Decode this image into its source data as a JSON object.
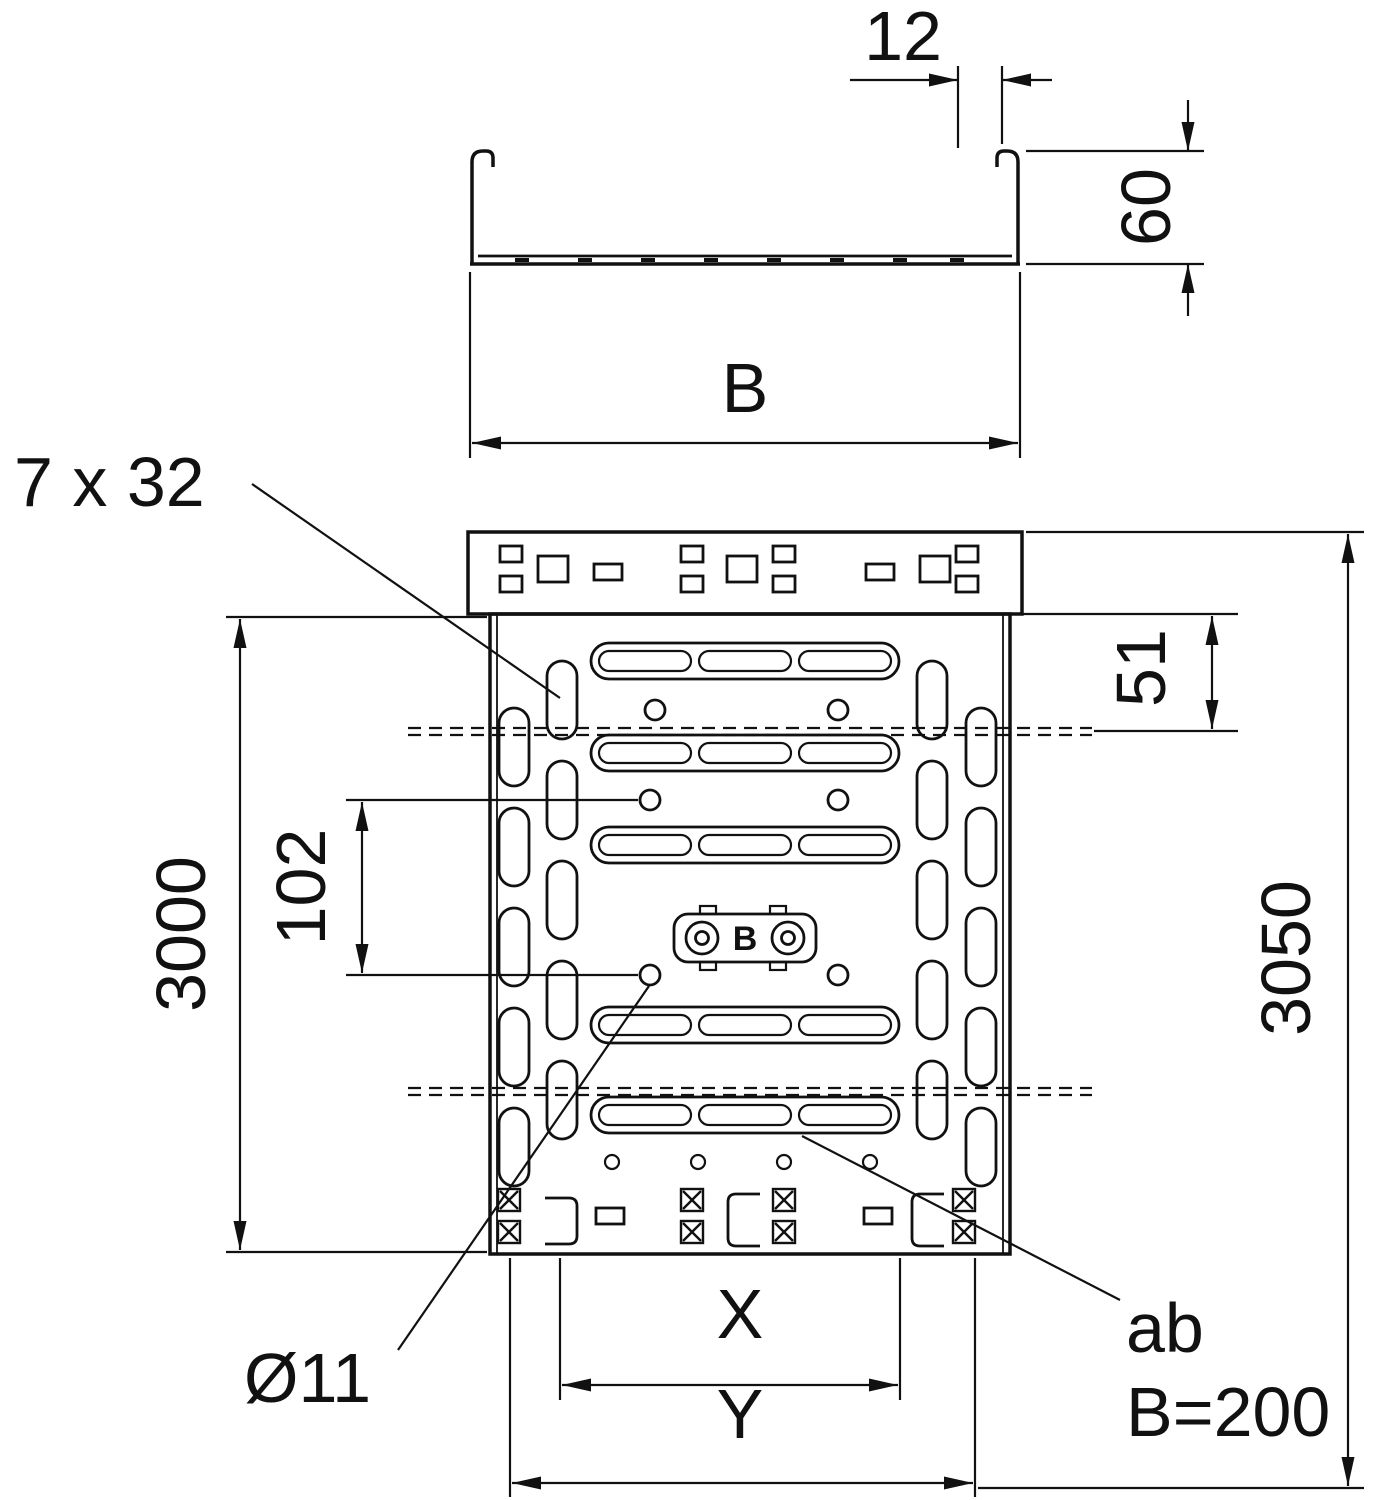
{
  "colors": {
    "ink": "#111111",
    "background": "#ffffff"
  },
  "cross_section": {
    "rim_width": "12",
    "side_height": "60",
    "width_label": "B"
  },
  "plan": {
    "slot_size": "7 x 32",
    "length": "3000",
    "hole_pitch": "102",
    "end_offset": "51",
    "overall_length": "3050",
    "x_label": "X",
    "y_label": "Y",
    "hole_diameter": "Ø11",
    "note_prefix": "ab",
    "note_value": "B=200",
    "logo_letter": "B"
  }
}
